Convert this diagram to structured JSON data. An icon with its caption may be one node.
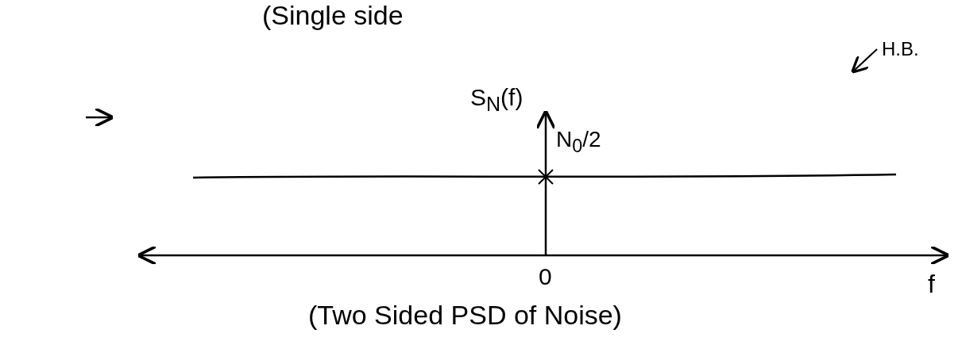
{
  "diagram": {
    "caption": "(Two Sided PSD of Noise)",
    "labels": [
      "(Single side",
      "H.B.",
      "S$_{N}$(f)",
      "N$_{0}$/2",
      "0",
      "f"
    ]
  }
}
